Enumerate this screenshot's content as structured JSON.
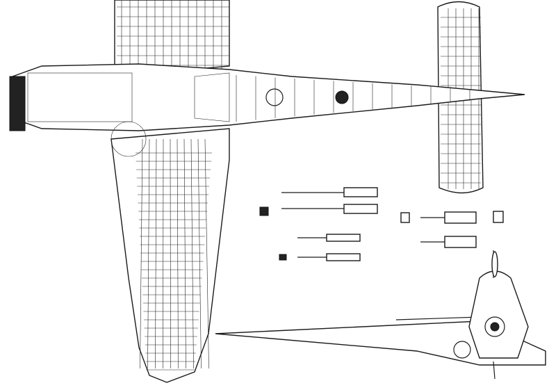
{
  "drawing": {
    "colors": {
      "background": "#ffffff",
      "ink": "#1a1a1a"
    },
    "views": [
      "plan-view-cutaway",
      "armament-detail",
      "front-view-half"
    ]
  }
}
